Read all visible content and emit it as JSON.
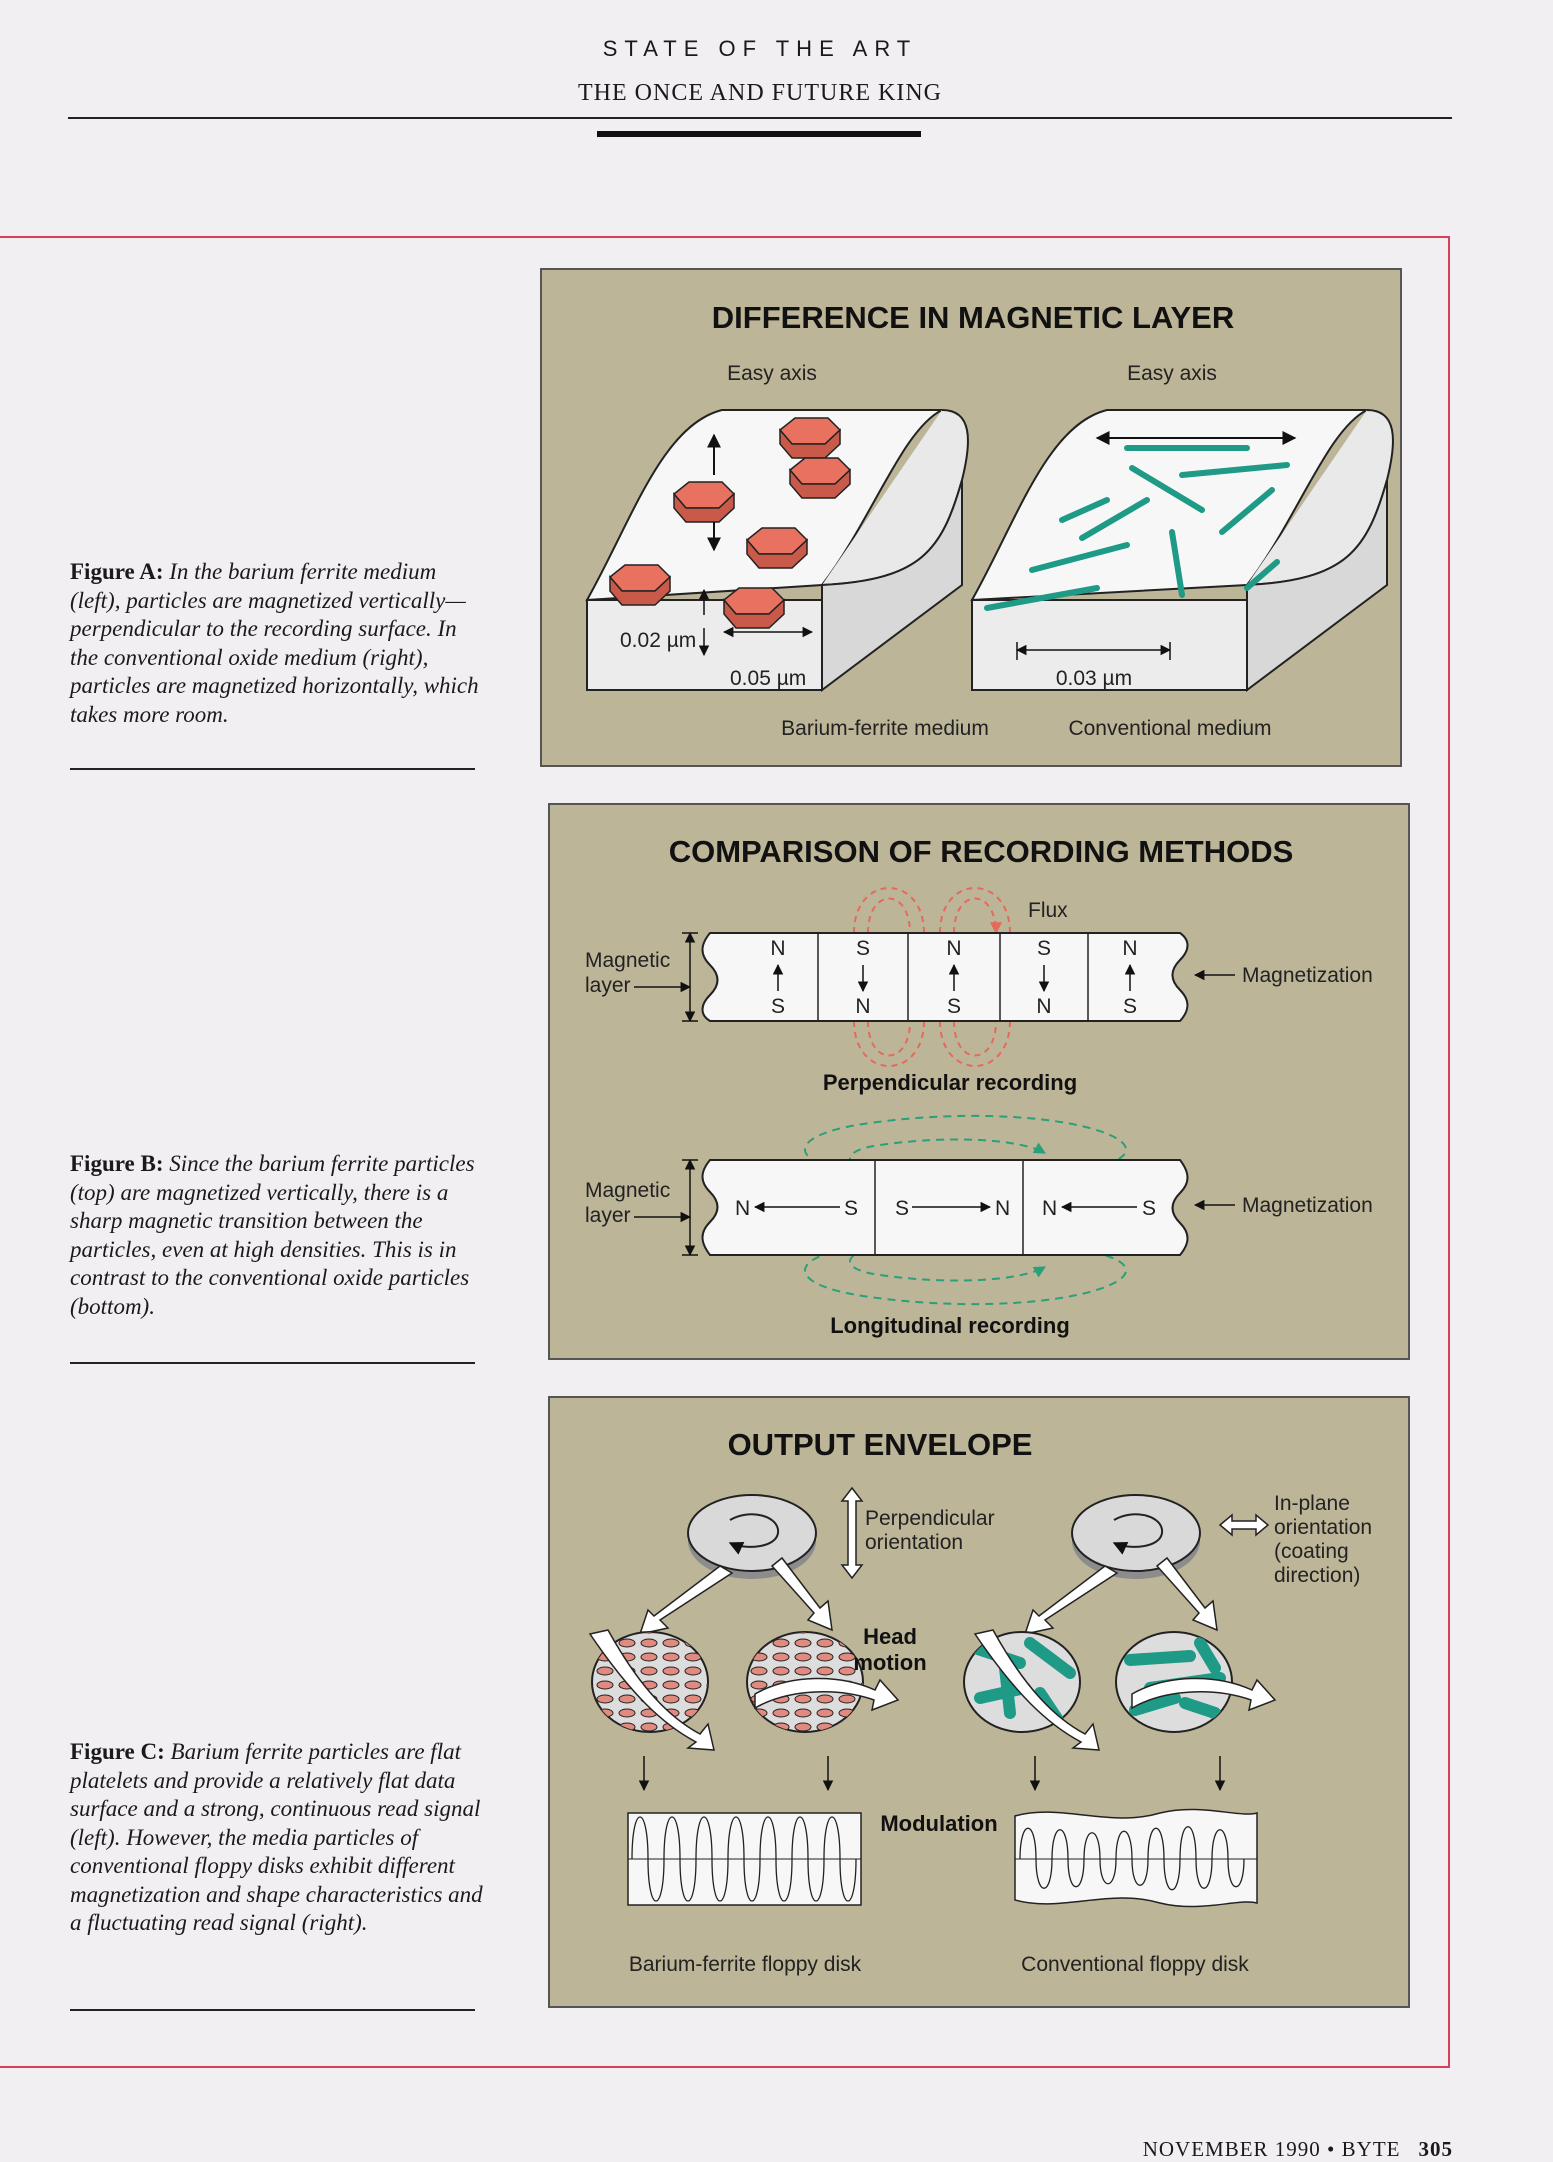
{
  "header": {
    "kicker": "STATE OF THE ART",
    "title": "THE ONCE AND FUTURE KING"
  },
  "captions": {
    "a": {
      "label": "Figure A:",
      "text": "In the barium ferrite medium (left), particles are magnetized vertically—perpendicular to the recording surface. In the conventional oxide medium (right), particles are magnetized horizontally, which takes more room."
    },
    "b": {
      "label": "Figure B:",
      "text": "Since the barium ferrite particles (top) are magnetized vertically, there is a sharp magnetic transition between the particles, even at high densities. This is in contrast to the conventional oxide particles (bottom)."
    },
    "c": {
      "label": "Figure C:",
      "text": "Barium ferrite particles are flat platelets and provide a relatively flat data surface and a strong, continuous read signal (left). However, the media particles of conventional floppy disks exhibit different magnetization and shape characteristics and a fluctuating read signal (right)."
    }
  },
  "figure_a": {
    "title": "DIFFERENCE IN MAGNETIC LAYER",
    "easy_axis_left": "Easy axis",
    "easy_axis_right": "Easy axis",
    "thickness": "0.02 µm",
    "width_left": "0.05 µm",
    "width_right": "0.03 µm",
    "medium_left": "Barium-ferrite medium",
    "medium_right": "Conventional medium"
  },
  "figure_b": {
    "title": "COMPARISON OF RECORDING METHODS",
    "flux": "Flux",
    "magnetic_layer": [
      "Magnetic",
      "layer"
    ],
    "magnetization": "Magnetization",
    "perp_top": [
      "N",
      "S",
      "N",
      "S",
      "N"
    ],
    "perp_bottom": [
      "S",
      "N",
      "S",
      "N",
      "S"
    ],
    "perp_label": "Perpendicular recording",
    "long_cells": [
      [
        "N",
        "S"
      ],
      [
        "S",
        "N"
      ],
      [
        "N",
        "S"
      ]
    ],
    "long_label": "Longitudinal recording"
  },
  "figure_c": {
    "title": "OUTPUT ENVELOPE",
    "perp_orientation": [
      "Perpendicular",
      "orientation"
    ],
    "inplane_orientation": [
      "In-plane",
      "orientation",
      "(coating",
      "direction)"
    ],
    "head_motion": [
      "Head",
      "motion"
    ],
    "modulation": "Modulation",
    "disk_left": "Barium-ferrite floppy disk",
    "disk_right": "Conventional floppy disk"
  },
  "footer": {
    "issue": "NOVEMBER 1990 • BYTE",
    "page": "305"
  },
  "colors": {
    "panel": "#bdb598",
    "hexagon": "#e8715f",
    "needle": "#1e9a86",
    "frame": "#d8405a",
    "flux_red": "#e46a5c",
    "flux_green": "#2aa07a"
  }
}
